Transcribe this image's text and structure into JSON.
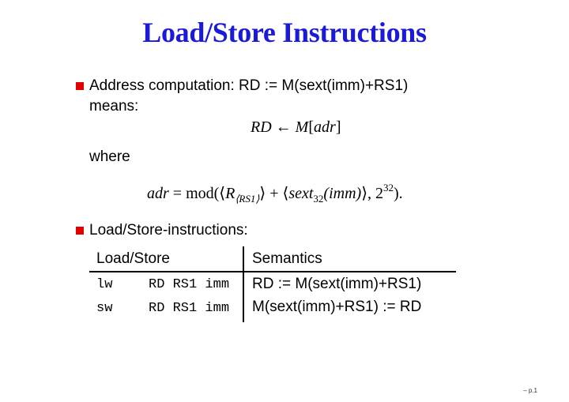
{
  "title": "Load/Store Instructions",
  "bullet1": {
    "line1": "Address computation: RD := M(sext(imm)+RS1)",
    "line2": "means:",
    "eq1": {
      "lhs": "RD",
      "arrow": "←",
      "m": "M",
      "lb": "[",
      "adr": "adr",
      "rb": "]"
    },
    "where": "where",
    "eq2": {
      "adr": "adr",
      "eq": "=",
      "mod": "mod",
      "open": "(⟨",
      "r": "R",
      "rsub": "⟨RS1⟩",
      "close1": "⟩",
      "plus": "+",
      "open2": "⟨",
      "sext": "sext",
      "sub32": "32",
      "imm": "(imm)",
      "close2": "⟩,",
      "base": "2",
      "exp": "32",
      "end": ")."
    }
  },
  "bullet2": {
    "label": "Load/Store-instructions:",
    "table": {
      "headers": [
        "Load/Store",
        "Semantics"
      ],
      "rows": [
        {
          "op": "lw",
          "args": "RD RS1 imm",
          "sem": "RD := M(sext(imm)+RS1)"
        },
        {
          "op": "sw",
          "args": "RD RS1 imm",
          "sem": "M(sext(imm)+RS1) := RD"
        }
      ]
    }
  },
  "footer": "– p.1"
}
